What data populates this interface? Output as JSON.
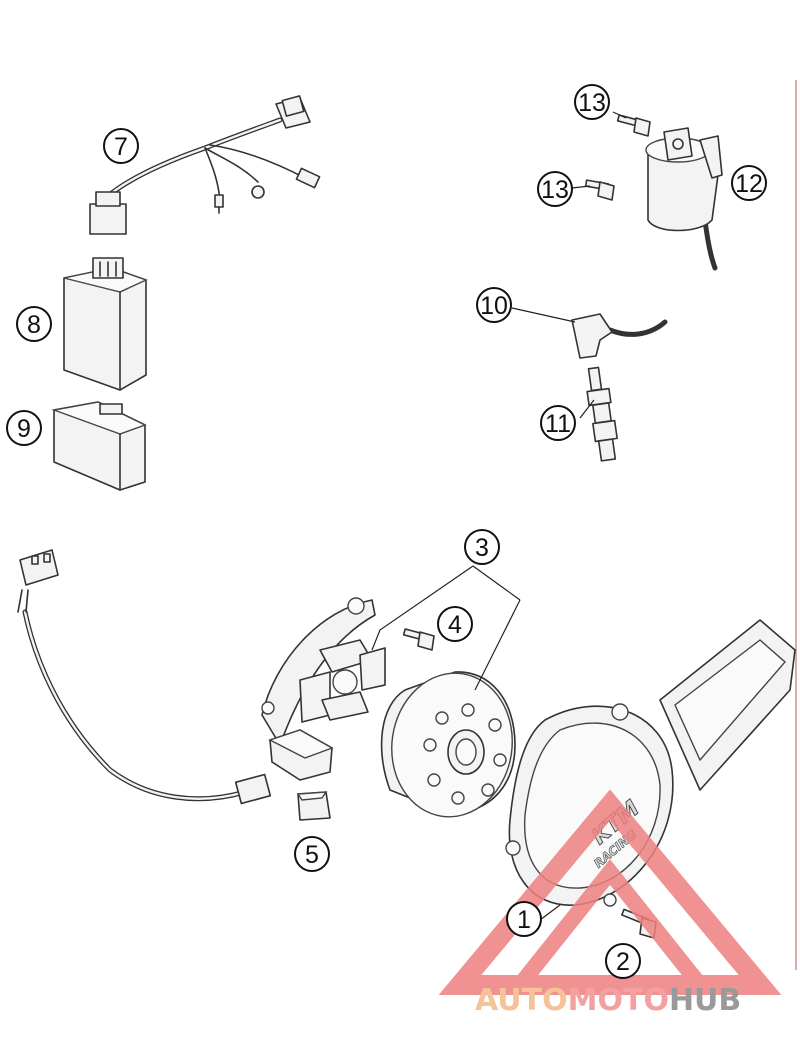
{
  "callouts": {
    "c1": "1",
    "c2": "2",
    "c3": "3",
    "c4": "4",
    "c5": "5",
    "c7": "7",
    "c8": "8",
    "c9": "9",
    "c10": "10",
    "c11": "11",
    "c12": "12",
    "c13a": "13",
    "c13b": "13"
  },
  "cover_logo": {
    "brand": "KTM",
    "sub": "RACING"
  },
  "watermark": {
    "part1": "AUTO",
    "part2": "MOTO",
    "part3": "HUB",
    "color_auto": "#f5c29a",
    "color_moto": "#f2a0a0",
    "color_hub": "#9a9a9a"
  }
}
